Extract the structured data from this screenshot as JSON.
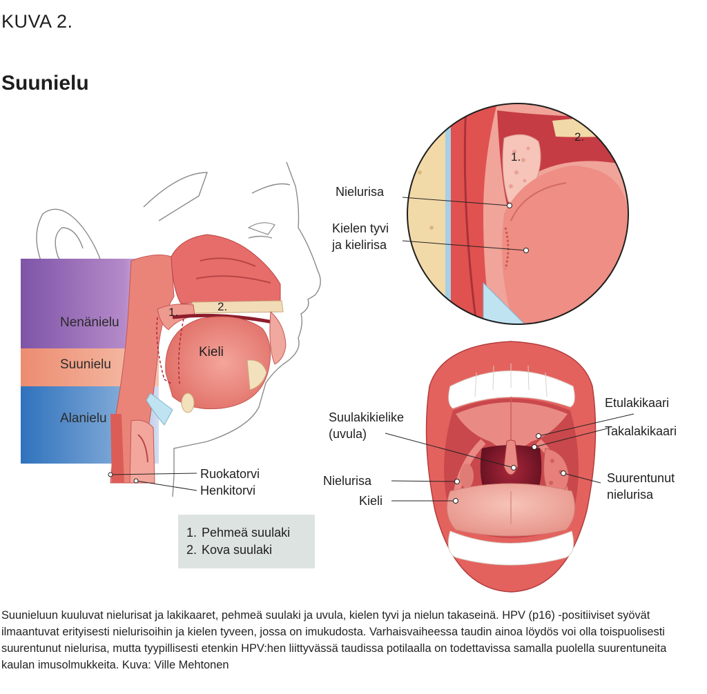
{
  "figure_label": "KUVA 2.",
  "title": "Suunielu",
  "regions": {
    "nasopharynx": "Nenänielu",
    "oropharynx": "Suunielu",
    "hypopharynx": "Alanielu"
  },
  "sagittal_labels": {
    "tongue": "Kieli",
    "marker_1": "1.",
    "marker_2": "2.",
    "esophagus": "Ruokatorvi",
    "trachea": "Henkitorvi"
  },
  "zoom_labels": {
    "marker_1": "1.",
    "marker_2": "2.",
    "tonsil": "Nielurisa",
    "tongue_base_line1": "Kielen tyvi",
    "tongue_base_line2": "ja kielirisa"
  },
  "mouth_labels": {
    "uvula_line1": "Suulakikielike",
    "uvula_line2": "(uvula)",
    "tonsil": "Nielurisa",
    "tongue": "Kieli",
    "anterior_arch": "Etulakikaari",
    "posterior_arch": "Takalakikaari",
    "enlarged_tonsil_line1": "Suurentunut",
    "enlarged_tonsil_line2": "nielurisa"
  },
  "legend": [
    {
      "num": "1.",
      "text": "Pehmeä suulaki"
    },
    {
      "num": "2.",
      "text": "Kova suulaki"
    }
  ],
  "caption": "Suunieluun kuuluvat nielurisat ja lakikaaret, pehmeä suulaki ja uvula, kielen tyvi ja nielun takaseinä. HPV (p16) -positiiviset syövät ilmaantuvat erityisesti nielurisoihin ja kielen tyveen, jossa on imukudosta. Varhaisvaiheessa taudin ainoa löydös voi olla toispuolisesti suurentunut nielurisa, mutta tyypillisesti etenkin HPV:hen liittyvässä taudissa potilaalla on todettavissa samalla puolella suurentuneita kaulan imusolmukkeita. Kuva: Ville Mehtonen",
  "colors": {
    "nasopharynx_band": "#8b5fb0",
    "oropharynx_band": "#ef9a7a",
    "hypopharynx_band": "#3d7fc4",
    "tissue": "#e8766e",
    "tissue_dark": "#b63a3c",
    "legend_bg": "#dde3e1"
  }
}
